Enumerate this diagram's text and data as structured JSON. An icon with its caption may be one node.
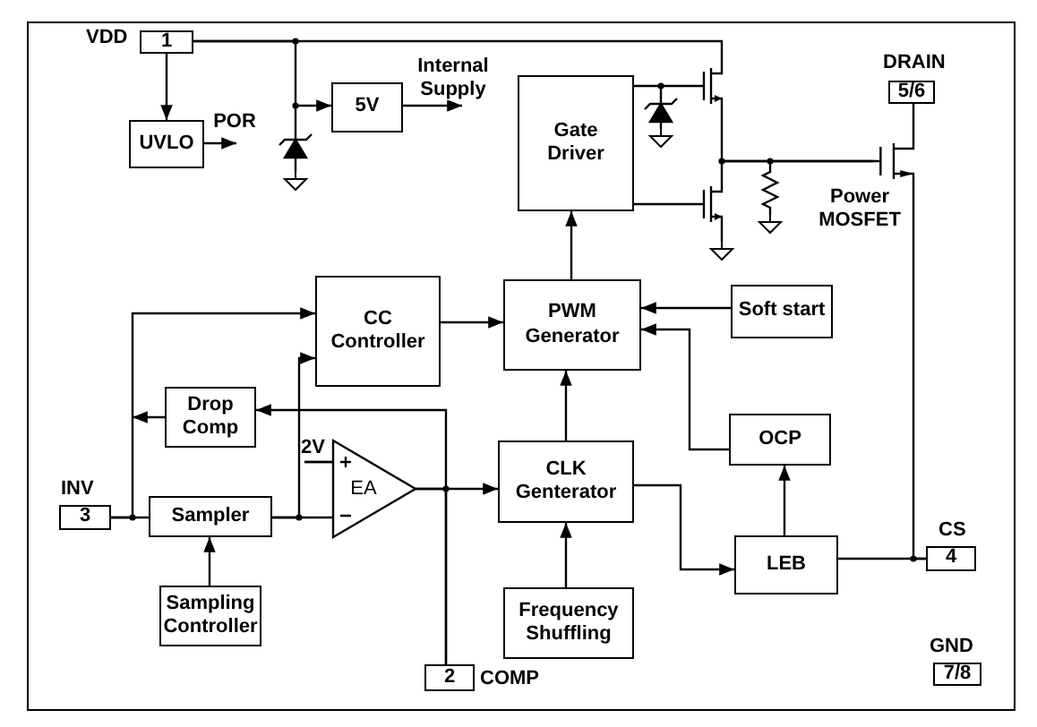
{
  "diagram": {
    "nodes": [
      {
        "text": [
          "1"
        ],
        "beside": [
          "VDD"
        ]
      },
      {
        "text": [
          "UVLO"
        ]
      },
      {
        "text": [
          "5V"
        ]
      },
      {
        "text": [
          "Gate Driver"
        ]
      },
      {
        "text": [
          "5/6"
        ],
        "beside": [
          "DRAIN"
        ]
      },
      {
        "text": [
          "CC Controller"
        ]
      },
      {
        "text": [
          "PWM Generator"
        ]
      },
      {
        "text": [
          "Soft start"
        ]
      },
      {
        "text": [
          "Drop Comp"
        ]
      },
      {
        "text": [
          "EA"
        ]
      },
      {
        "text": [
          "CLK Genterator"
        ]
      },
      {
        "text": [
          "OCP"
        ]
      },
      {
        "text": [
          "3"
        ],
        "beside": [
          "INV"
        ]
      },
      {
        "text": [
          "Sampler"
        ]
      },
      {
        "text": [
          "Sampling Controller"
        ]
      },
      {
        "text": [
          "LEB"
        ]
      },
      {
        "text": [
          "4"
        ],
        "beside": [
          "CS"
        ]
      },
      {
        "text": [
          "Frequency Shuffling"
        ]
      },
      {
        "text": [
          "2"
        ],
        "beside": [
          "COMP"
        ]
      },
      {
        "text": [
          "7/8"
        ],
        "beside": [
          "GND"
        ]
      },
      {
        "text": [],
        "shape": "transistor",
        "beside": [
          "Power MOSFET"
        ]
      },
      {
        "text": [],
        "shape": "transistor"
      },
      {
        "text": [],
        "shape": "transistor"
      }
    ],
    "edges": [
      {
        "from": 0,
        "to": 1,
        "arrow": "to"
      },
      {
        "from": 0,
        "to": 2,
        "arrow": "to"
      },
      {
        "from": 1,
        "to": null,
        "arrow": "to",
        "label": "POR"
      },
      {
        "from": 2,
        "to": null,
        "arrow": "to",
        "label": "Internal Supply"
      },
      {
        "from": 6,
        "to": 3,
        "arrow": "to"
      },
      {
        "from": 4,
        "to": 20,
        "arrow": "none"
      },
      {
        "from": 20,
        "to": 16,
        "arrow": "none"
      },
      {
        "from": 16,
        "to": 15,
        "arrow": "none"
      },
      {
        "from": 5,
        "to": 6,
        "arrow": "to"
      },
      {
        "from": 7,
        "to": 6,
        "arrow": "to"
      },
      {
        "from": 11,
        "to": 6,
        "arrow": "to"
      },
      {
        "from": 10,
        "to": 6,
        "arrow": "to"
      },
      {
        "from": 17,
        "to": 10,
        "arrow": "to"
      },
      {
        "from": 10,
        "to": 15,
        "arrow": "to"
      },
      {
        "from": 15,
        "to": 11,
        "arrow": "to"
      },
      {
        "from": 12,
        "to": 13,
        "arrow": "none"
      },
      {
        "from": 12,
        "to": 5,
        "arrow": "to"
      },
      {
        "from": 8,
        "to": null,
        "arrow": "to"
      },
      {
        "from": 13,
        "to": 5,
        "arrow": "to"
      },
      {
        "from": 13,
        "to": 9,
        "arrow": "none"
      },
      {
        "from": 9,
        "to": 10,
        "arrow": "to"
      },
      {
        "from": 18,
        "to": 8,
        "arrow": "to"
      },
      {
        "from": 9,
        "to": 18,
        "arrow": "none"
      },
      {
        "from": 14,
        "to": 13,
        "arrow": "to"
      },
      {
        "from": 3,
        "to": 21,
        "arrow": "none"
      },
      {
        "from": 3,
        "to": 22,
        "arrow": "none"
      },
      {
        "from": 0,
        "to": 21,
        "arrow": "none"
      },
      {
        "from": 21,
        "to": 20,
        "arrow": "none"
      },
      {
        "from": 22,
        "to": 20,
        "arrow": "none"
      }
    ],
    "labels": [
      "2V"
    ]
  }
}
